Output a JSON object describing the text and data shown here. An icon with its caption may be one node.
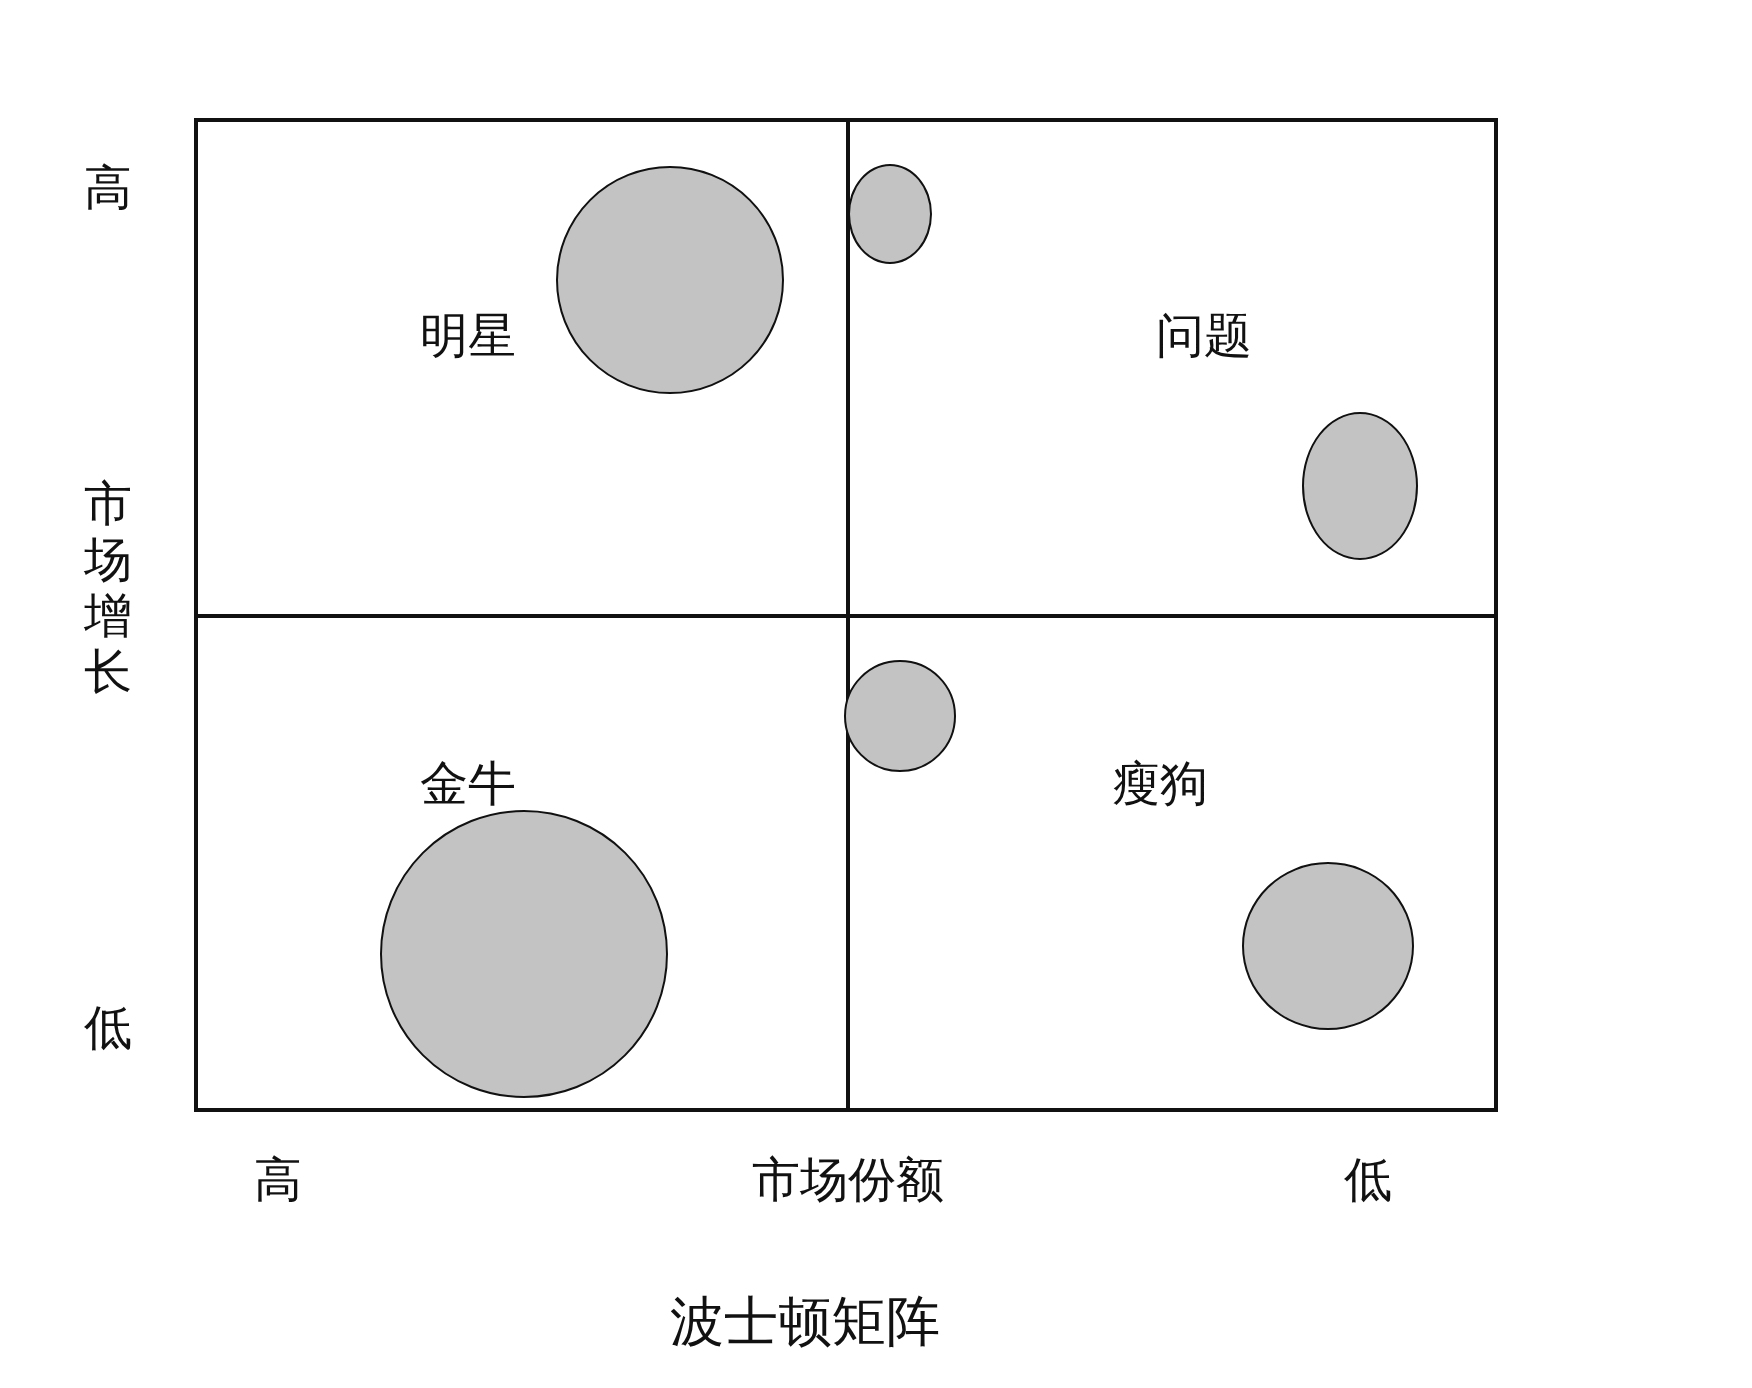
{
  "diagram": {
    "caption": "波士顿矩阵",
    "nodes": [
      {
        "text": [
          "明星"
        ]
      },
      {
        "text": [
          "问题"
        ]
      },
      {
        "text": [
          "金牛"
        ]
      },
      {
        "text": [
          "瘦狗"
        ]
      },
      {
        "text": [],
        "shape": "circle",
        "in": 0
      },
      {
        "text": [],
        "shape": "circle",
        "in": 1
      },
      {
        "text": [],
        "shape": "circle",
        "in": 1
      },
      {
        "text": [],
        "shape": "circle",
        "in": 3
      },
      {
        "text": [],
        "shape": "circle",
        "in": 2
      },
      {
        "text": [],
        "shape": "circle",
        "in": 3
      }
    ],
    "edges": [],
    "labels": [
      "高",
      "市场增长",
      "低",
      "高",
      "市场份额",
      "低"
    ]
  }
}
